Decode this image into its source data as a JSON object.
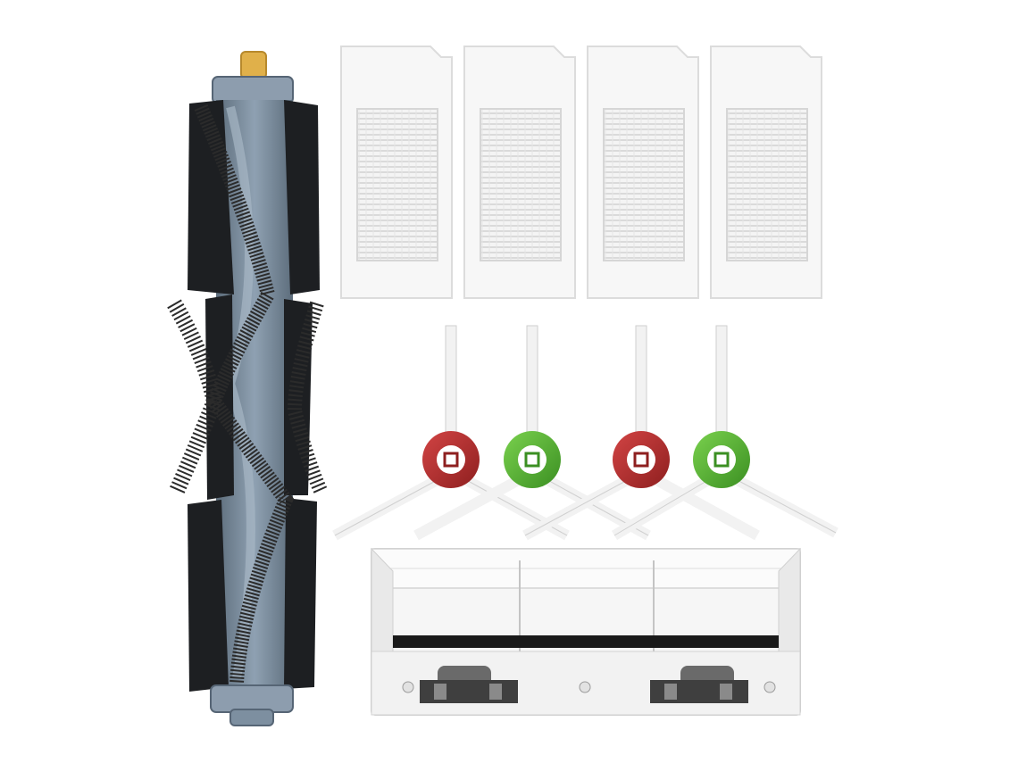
{
  "scene": {
    "background": "#ffffff",
    "items": [
      {
        "name": "main-roller-brush",
        "count": 1
      },
      {
        "name": "hepa-filter",
        "count": 4
      },
      {
        "name": "side-brush",
        "count": 4,
        "hub_colors": [
          "#b52a2a",
          "#4caf2f",
          "#b52a2a",
          "#4caf2f"
        ]
      },
      {
        "name": "roller-brush-cover",
        "count": 1
      }
    ]
  },
  "colors": {
    "roller_core": "#7d8fa0",
    "roller_dark": "#5d6d7c",
    "blade": "#1d1f22",
    "bristle": "#2b2b2b",
    "axle_tip": "#e0b04a",
    "filter_frame": "#f4f4f4",
    "filter_mesh": "#e2e2e2",
    "hub_red": "#b52a2a",
    "hub_green": "#4caf2f",
    "cover_frame": "#f6f6f6",
    "cover_strip": "#1a1a1a"
  }
}
